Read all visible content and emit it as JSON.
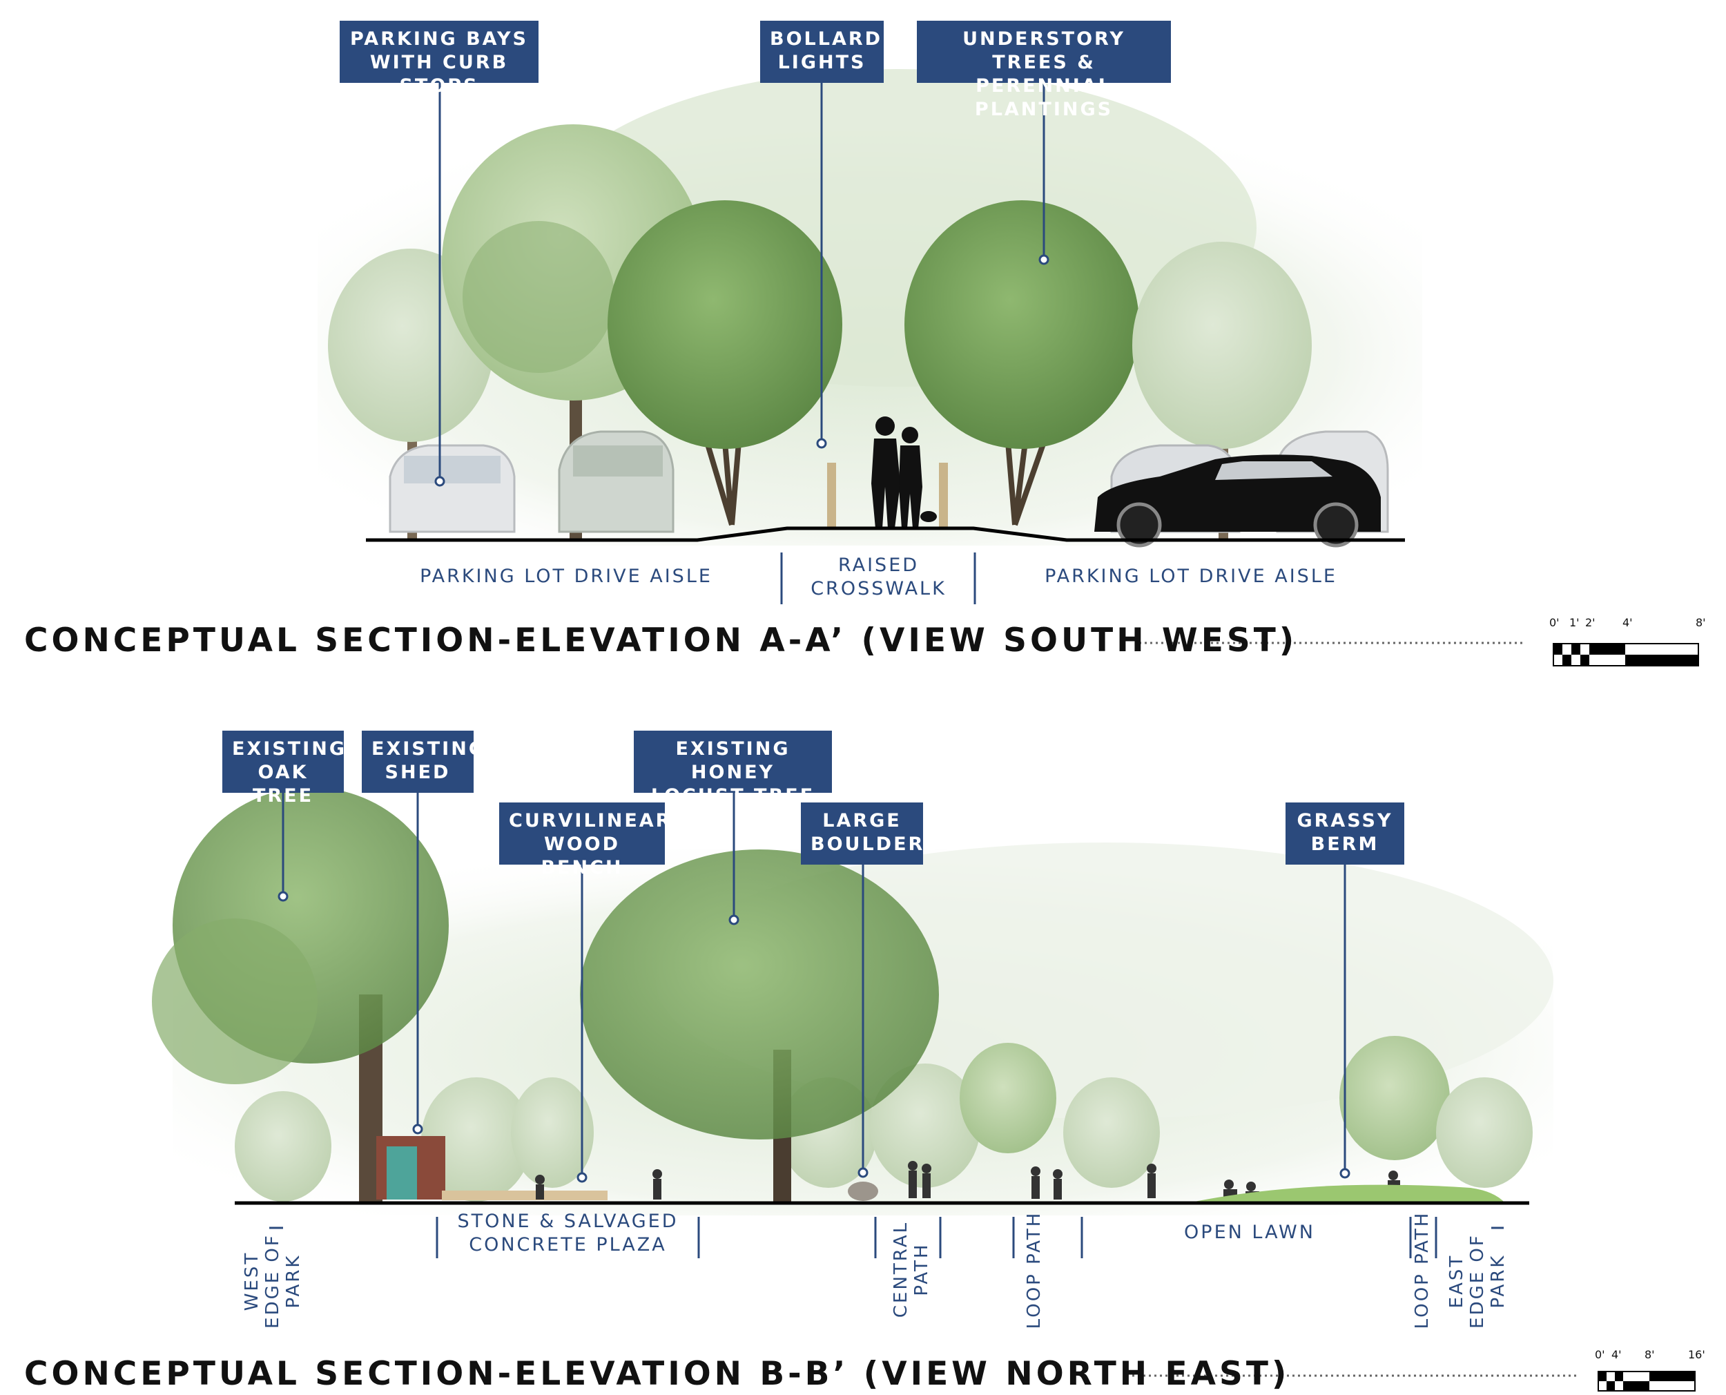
{
  "section_a": {
    "title": "CONCEPTUAL SECTION-ELEVATION A-A’ (VIEW SOUTH WEST)",
    "callouts": [
      {
        "id": "parking-bays",
        "text": "PARKING BAYS\nWITH CURB STOPS"
      },
      {
        "id": "bollard-lights",
        "text": "BOLLARD\nLIGHTS"
      },
      {
        "id": "understory-trees",
        "text": "UNDERSTORY TREES &\nPERENNIAL PLANTINGS"
      }
    ],
    "zones": {
      "left": "PARKING LOT DRIVE AISLE",
      "center": "RAISED\nCROSSWALK",
      "right": "PARKING LOT DRIVE AISLE"
    },
    "scale": {
      "labels": [
        "0'",
        "1'",
        "2'",
        "4'",
        "8'"
      ]
    }
  },
  "section_b": {
    "title": "CONCEPTUAL SECTION-ELEVATION B-B’ (VIEW NORTH EAST)",
    "callouts": [
      {
        "id": "existing-oak",
        "text": "EXISTING\nOAK TREE"
      },
      {
        "id": "existing-shed",
        "text": "EXISTING\nSHED"
      },
      {
        "id": "wood-bench",
        "text": "CURVILINEAR\nWOOD BENCH"
      },
      {
        "id": "honey-locust",
        "text": "EXISTING HONEY\nLOCUST TREE"
      },
      {
        "id": "large-boulders",
        "text": "LARGE\nBOULDERS"
      },
      {
        "id": "grassy-berm",
        "text": "GRASSY\nBERM"
      }
    ],
    "zones": {
      "west_edge": "WEST\nEDGE OF\nPARK",
      "plaza": "STONE & SALVAGED\nCONCRETE PLAZA",
      "central_path": "CENTRAL\nPATH",
      "loop_path_1": "LOOP PATH",
      "open_lawn": "OPEN LAWN",
      "loop_path_2": "LOOP PATH",
      "east_edge": "EAST\nEDGE OF\nPARK"
    },
    "scale": {
      "labels": [
        "0'",
        "4'",
        "8'",
        "16'"
      ]
    }
  },
  "colors": {
    "callout_bg": "#2b4a7d",
    "label_text": "#2b4a7d",
    "title_text": "#111111",
    "tree_dark": "#6f9a55",
    "tree_light": "#a8c98a",
    "ground": "#000000"
  }
}
